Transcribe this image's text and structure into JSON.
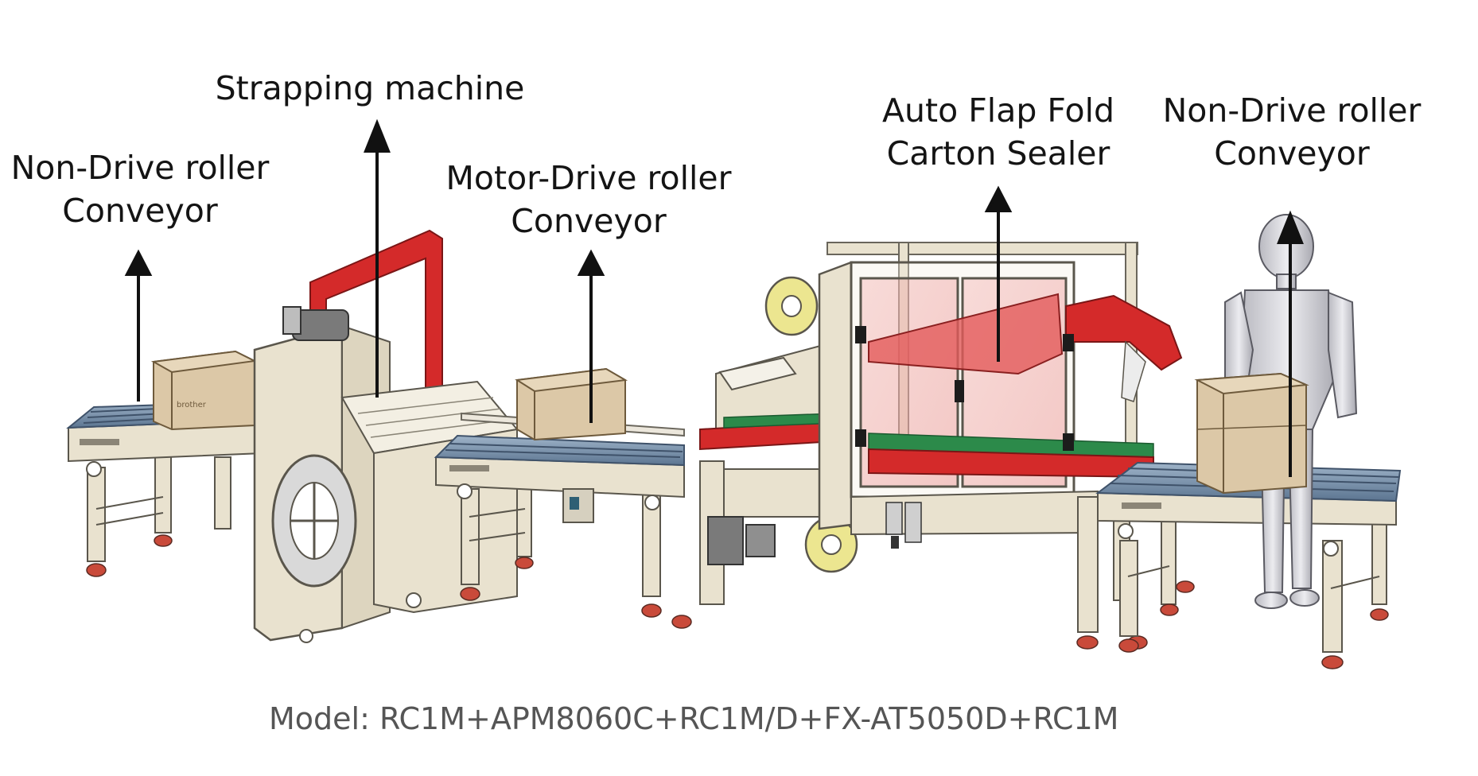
{
  "labels": {
    "left_conveyor": [
      "Non-Drive roller",
      "Conveyor"
    ],
    "strapping": [
      "Strapping machine"
    ],
    "motor_conveyor": [
      "Motor-Drive roller",
      "Conveyor"
    ],
    "sealer": [
      "Auto Flap Fold",
      "Carton Sealer"
    ],
    "right_conveyor": [
      "Non-Drive roller",
      "Conveyor"
    ]
  },
  "model_line": "Model: RC1M+APM8060C+RC1M/D+FX-AT5050D+RC1M",
  "box_print": "brother",
  "colors": {
    "frame": "#e9e2cf",
    "frame_stroke": "#5a564c",
    "red": "#d42a2a",
    "green": "#2c8a4a",
    "roller": "#6f8aa8",
    "box": "#dcc8a7",
    "tape": "#ece690",
    "arrow": "#111111",
    "figure": "#cfcfd4"
  }
}
